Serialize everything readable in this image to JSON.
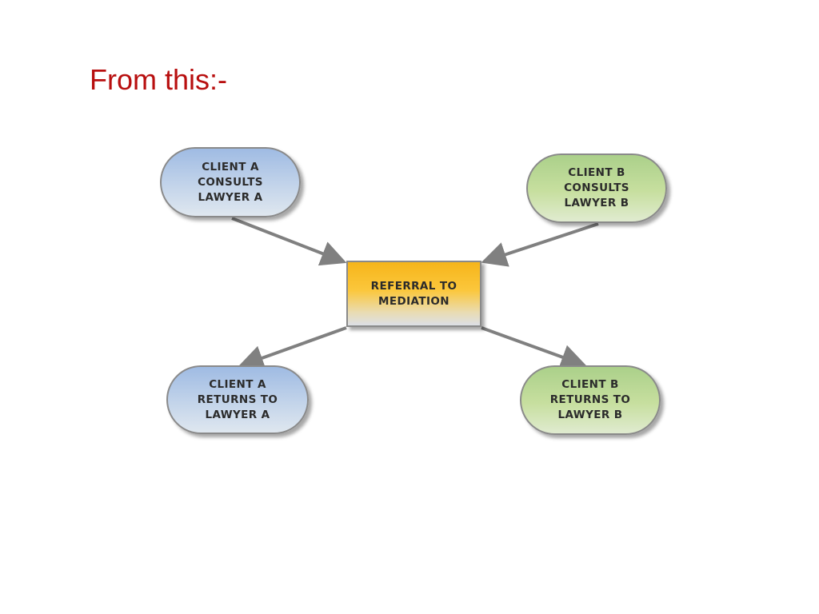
{
  "heading": "From this:-",
  "diagram": {
    "nodes": {
      "client_a_consults": "CLIENT A\nCONSULTS\nLAWYER A",
      "client_b_consults": "CLIENT B\nCONSULTS\nLAWYER B",
      "referral": "REFERRAL TO\nMEDIATION",
      "client_a_returns": "CLIENT A\nRETURNS TO\nLAWYER A",
      "client_b_returns": "CLIENT B\nRETURNS TO\nLAWYER B"
    },
    "edges": [
      {
        "from": "client_a_consults",
        "to": "referral"
      },
      {
        "from": "client_b_consults",
        "to": "referral"
      },
      {
        "from": "referral",
        "to": "client_a_returns"
      },
      {
        "from": "referral",
        "to": "client_b_returns"
      }
    ]
  },
  "colors": {
    "heading": "#b80f0f",
    "client_a": "#9fbbe3",
    "client_b": "#abd08a",
    "referral": "#f6b51a",
    "arrow": "#808080"
  }
}
